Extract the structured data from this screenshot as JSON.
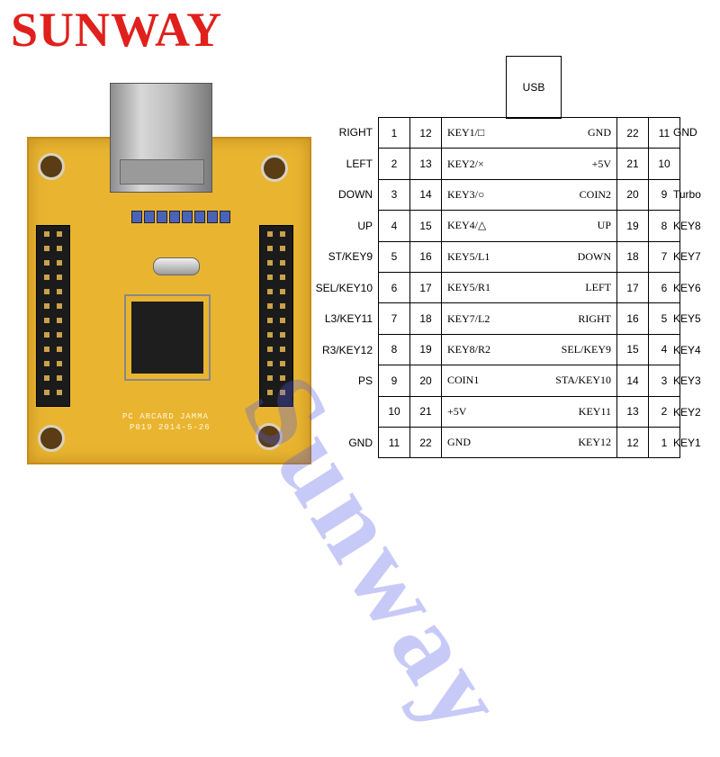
{
  "brand": "SUNWAY",
  "watermark": "Sunway",
  "pcb": {
    "silk_line1": "PC ARCARD JAMMA",
    "silk_line2": "P019 2014-5-26"
  },
  "usb_label": "USB",
  "rows": [
    {
      "left_label": "RIGHT",
      "ln1": "1",
      "ln2": "12",
      "lf": "KEY1/□",
      "rf": "GND",
      "rn1": "22",
      "rn2": "11",
      "right_label": "GND"
    },
    {
      "left_label": "LEFT",
      "ln1": "2",
      "ln2": "13",
      "lf": "KEY2/×",
      "rf": "+5V",
      "rn1": "21",
      "rn2": "10",
      "right_label": ""
    },
    {
      "left_label": "DOWN",
      "ln1": "3",
      "ln2": "14",
      "lf": "KEY3/○",
      "rf": "COIN2",
      "rn1": "20",
      "rn2": "9",
      "right_label": "Turbo"
    },
    {
      "left_label": "UP",
      "ln1": "4",
      "ln2": "15",
      "lf": "KEY4/△",
      "rf": "UP",
      "rn1": "19",
      "rn2": "8",
      "right_label": "KEY8"
    },
    {
      "left_label": "ST/KEY9",
      "ln1": "5",
      "ln2": "16",
      "lf": "KEY5/L1",
      "rf": "DOWN",
      "rn1": "18",
      "rn2": "7",
      "right_label": "KEY7"
    },
    {
      "left_label": "SEL/KEY10",
      "ln1": "6",
      "ln2": "17",
      "lf": "KEY5/R1",
      "rf": "LEFT",
      "rn1": "17",
      "rn2": "6",
      "right_label": "KEY6"
    },
    {
      "left_label": "L3/KEY11",
      "ln1": "7",
      "ln2": "18",
      "lf": "KEY7/L2",
      "rf": "RIGHT",
      "rn1": "16",
      "rn2": "5",
      "right_label": "KEY5"
    },
    {
      "left_label": "R3/KEY12",
      "ln1": "8",
      "ln2": "19",
      "lf": "KEY8/R2",
      "rf": "SEL/KEY9",
      "rn1": "15",
      "rn2": "4",
      "right_label": "KEY4"
    },
    {
      "left_label": "PS",
      "ln1": "9",
      "ln2": "20",
      "lf": "COIN1",
      "rf": "STA/KEY10",
      "rn1": "14",
      "rn2": "3",
      "right_label": "KEY3"
    },
    {
      "left_label": "",
      "ln1": "10",
      "ln2": "21",
      "lf": "+5V",
      "rf": "KEY11",
      "rn1": "13",
      "rn2": "2",
      "right_label": "KEY2"
    },
    {
      "left_label": "GND",
      "ln1": "11",
      "ln2": "22",
      "lf": "GND",
      "rf": "KEY12",
      "rn1": "12",
      "rn2": "1",
      "right_label": "KEY1"
    }
  ]
}
